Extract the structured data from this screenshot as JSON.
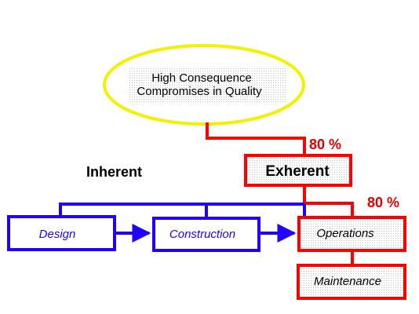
{
  "top_ellipse": {
    "line1": "High Consequence",
    "line2": "Compromises in Quality"
  },
  "percent_top": "80 %",
  "percent_right": "80 %",
  "inherent_label": "Inherent",
  "exherent_label": "Exherent",
  "boxes": {
    "design": "Design",
    "construction": "Construction",
    "operations": "Operations",
    "maintenance": "Maintenance"
  },
  "colors": {
    "ellipse_border": "#f2f200",
    "red": "#ff0000",
    "blue": "#2200ff",
    "percent_text": "#e00000",
    "text": "#000000",
    "dot_fill": "#c0c0c0"
  }
}
